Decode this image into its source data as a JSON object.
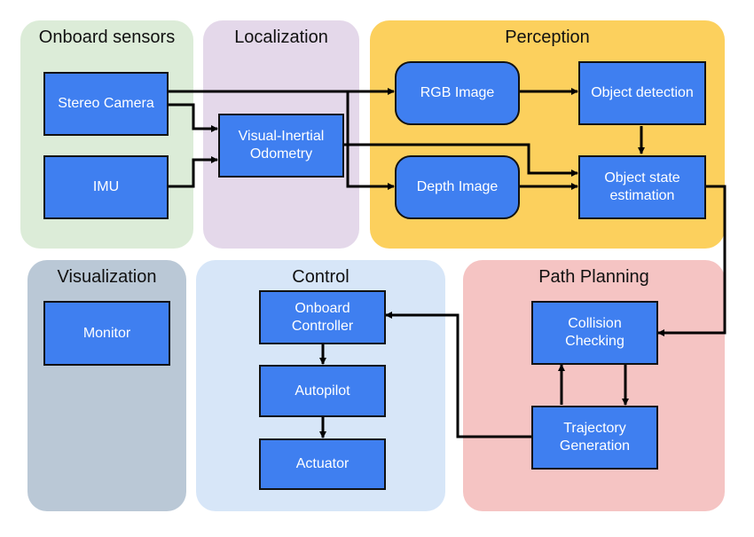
{
  "colors": {
    "onboard_sensors": "#dcecd8",
    "localization": "#e4d8ea",
    "perception": "#fcd05d",
    "visualization": "#bac8d6",
    "control": "#d7e6f8",
    "path_planning": "#f5c4c3",
    "box_fill": "#3f7ff0",
    "box_border": "#111111",
    "arrow": "#000000"
  },
  "groups": {
    "onboard_sensors": "Onboard sensors",
    "localization": "Localization",
    "perception": "Perception",
    "visualization": "Visualization",
    "control": "Control",
    "path_planning": "Path Planning"
  },
  "nodes": {
    "stereo_camera": "Stereo Camera",
    "imu": "IMU",
    "vio": "Visual-Inertial\nOdometry",
    "rgb_image": "RGB Image",
    "depth_image": "Depth Image",
    "object_detection": "Object detection",
    "object_state": "Object state\nestimation",
    "monitor": "Monitor",
    "onboard_controller": "Onboard\nController",
    "autopilot": "Autopilot",
    "actuator": "Actuator",
    "collision_checking": "Collision\nChecking",
    "trajectory_generation": "Trajectory\nGeneration"
  },
  "edges": [
    {
      "from": "Stereo Camera",
      "to": "Visual-Inertial Odometry"
    },
    {
      "from": "IMU",
      "to": "Visual-Inertial Odometry"
    },
    {
      "from": "Stereo Camera",
      "to": "RGB Image"
    },
    {
      "from": "Stereo Camera",
      "to": "Depth Image"
    },
    {
      "from": "RGB Image",
      "to": "Object detection"
    },
    {
      "from": "Object detection",
      "to": "Object state estimation"
    },
    {
      "from": "Depth Image",
      "to": "Object state estimation"
    },
    {
      "from": "Visual-Inertial Odometry",
      "to": "Object state estimation"
    },
    {
      "from": "Object state estimation",
      "to": "Collision Checking"
    },
    {
      "from": "Collision Checking",
      "to": "Trajectory Generation"
    },
    {
      "from": "Trajectory Generation",
      "to": "Collision Checking"
    },
    {
      "from": "Trajectory Generation",
      "to": "Onboard Controller"
    },
    {
      "from": "Onboard Controller",
      "to": "Autopilot"
    },
    {
      "from": "Autopilot",
      "to": "Actuator"
    }
  ]
}
